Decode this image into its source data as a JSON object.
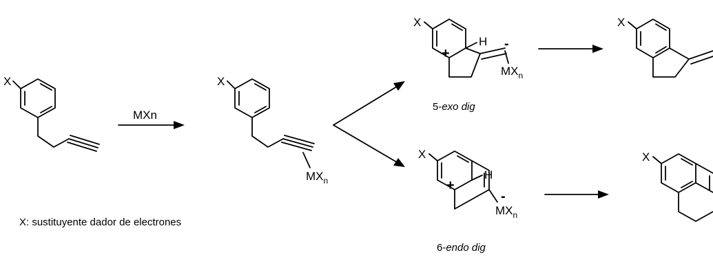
{
  "labels": {
    "substituent": "X",
    "reagent": "MXn",
    "metal_base": "MX",
    "metal_sub": "n",
    "hydrogen": "H",
    "plus": "+",
    "minus": "-"
  },
  "captions": {
    "substituent_note": "X: sustituyente dador de electrones",
    "exo_prefix": "5-",
    "exo_italic": "exo dig",
    "endo_prefix": "6-",
    "endo_italic": "endo dig"
  }
}
